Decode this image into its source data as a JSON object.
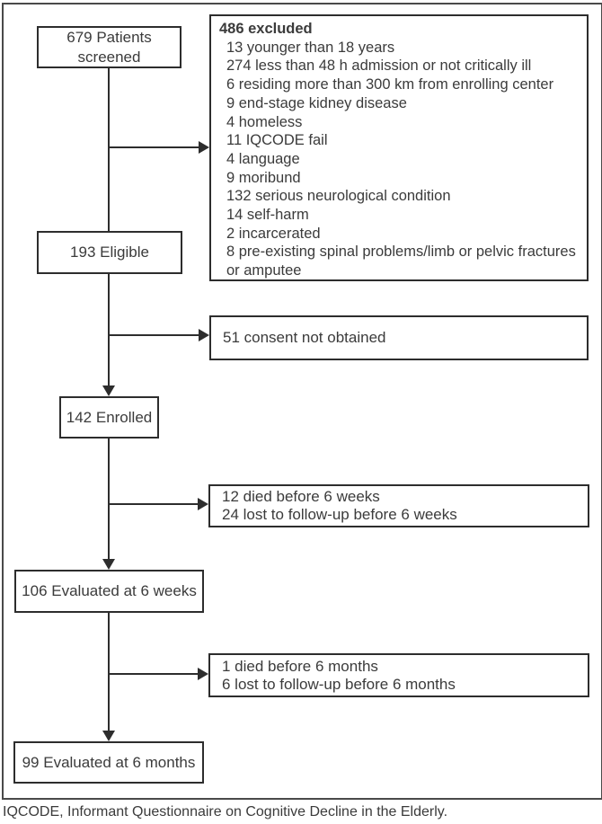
{
  "diagram": {
    "boxes": {
      "screened": {
        "label": "679 Patients screened"
      },
      "excluded": {
        "title": "486 excluded",
        "items": [
          "13 younger than 18 years",
          "274 less than 48 h admission or not critically ill",
          "6 residing more than 300 km from enrolling center",
          "9 end-stage kidney disease",
          "4 homeless",
          "11 IQCODE fail",
          "4 language",
          "9 moribund",
          "132 serious neurological condition",
          "14 self-harm",
          "2 incarcerated",
          "8 pre-existing spinal problems/limb or pelvic fractures or amputee"
        ]
      },
      "eligible": {
        "label": "193 Eligible"
      },
      "consent": {
        "line1": "51 consent not obtained"
      },
      "enrolled": {
        "label": "142 Enrolled"
      },
      "died_6w": {
        "line1": "12 died before 6 weeks",
        "line2": "24 lost to follow-up before 6 weeks"
      },
      "eval_6w": {
        "label": "106 Evaluated at 6 weeks"
      },
      "died_6m": {
        "line1": "1 died before 6 months",
        "line2": "6 lost to follow-up before 6 months"
      },
      "eval_6m": {
        "label": "99 Evaluated at 6 months"
      }
    },
    "caption": "IQCODE, Informant Questionnaire on Cognitive Decline in the Elderly."
  },
  "colors": {
    "line": "#2d2d2d",
    "text": "#3b3b3b",
    "background": "#ffffff"
  }
}
